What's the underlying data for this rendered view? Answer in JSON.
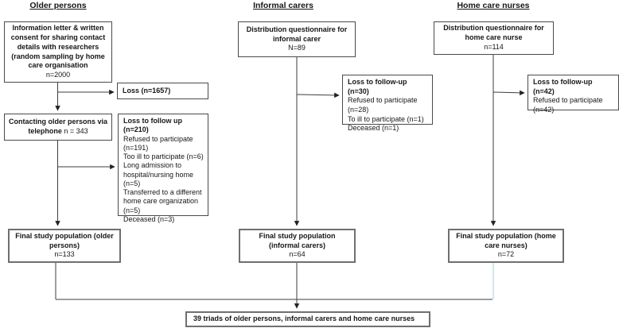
{
  "colors": {
    "line": "#3d3d3d",
    "blue_line": "#a9cedb",
    "box_border": "#4a4a4a"
  },
  "columns": {
    "older": {
      "header": "Older persons",
      "recruit": {
        "main": "Information letter & written\nconsent for sharing contact\ndetails with researchers\n(random sampling by home\ncare organisation",
        "n": "n=2000"
      },
      "loss_initial": "Loss (n=1657)",
      "contact": {
        "main": "Contacting older persons via telephone",
        "n": "n = 343"
      },
      "loss_followup": {
        "title": "Loss to follow up (n=210)",
        "body": "Refused to participate\n(n=191)\nToo ill to participate (n=6)\nLong admission to\nhospital/nursing home\n(n=5)\nTransferred to a different\nhome care organization\n(n=5)\nDeceased (n=3)"
      },
      "final": {
        "main": "Final study population (older persons)",
        "n": "n=133"
      }
    },
    "carers": {
      "header": "Informal carers",
      "distribution": {
        "main": "Distribution questionnaire for informal carer",
        "n": "N=89"
      },
      "loss_followup": {
        "title": "Loss to follow-up (n=30)",
        "body": "Refused to participate\n(n=28)\nTo ill to participate (n=1)\nDeceased (n=1)"
      },
      "final": {
        "main": "Final study population (informal carers)",
        "n": "n=64"
      }
    },
    "nurses": {
      "header": "Home care nurses",
      "distribution": {
        "main": "Distribution questionnaire for home care nurse",
        "n": "n=114"
      },
      "loss_followup": {
        "title": "Loss to follow-up (n=42)",
        "body": "Refused to participate\n(n=42)"
      },
      "final": {
        "main": "Final study population (home care nurses)",
        "n": "n=72"
      }
    }
  },
  "result": {
    "text": "39 triads of older persons, informal carers and home care nurses"
  }
}
